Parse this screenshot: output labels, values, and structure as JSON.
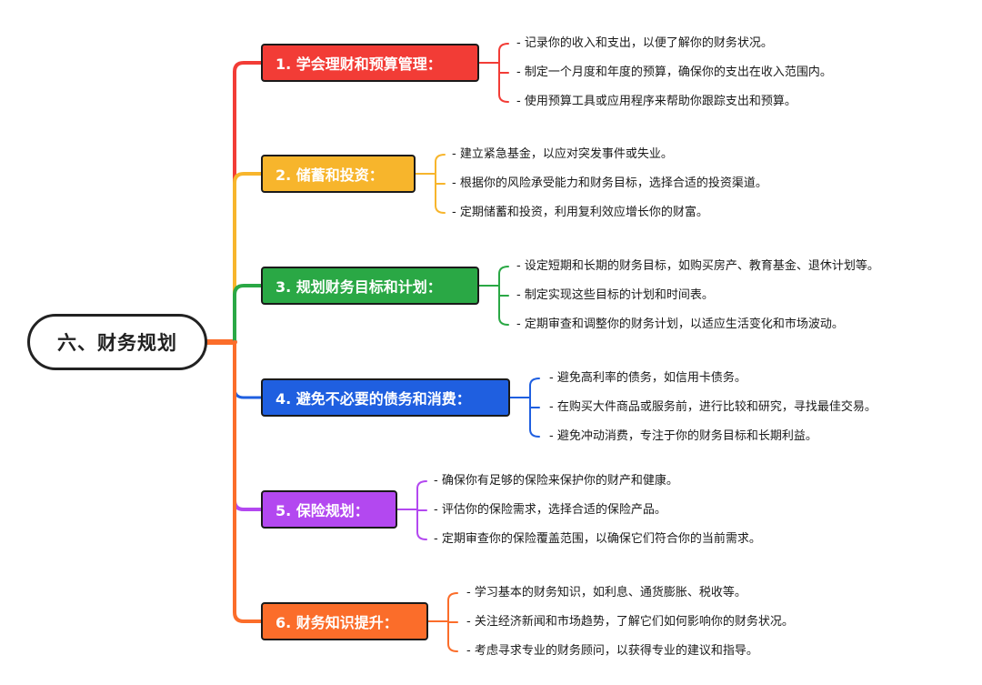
{
  "root": {
    "label": "六、财务规划"
  },
  "branches": [
    {
      "label": "1. 学会理财和预算管理：",
      "color": "#f23c36",
      "items": [
        "- 记录你的收入和支出，以便了解你的财务状况。",
        "- 制定一个月度和年度的预算，确保你的支出在收入范围内。",
        "- 使用预算工具或应用程序来帮助你跟踪支出和预算。"
      ]
    },
    {
      "label": "2. 储蓄和投资：",
      "color": "#f7b52c",
      "items": [
        "- 建立紧急基金，以应对突发事件或失业。",
        "- 根据你的风险承受能力和财务目标，选择合适的投资渠道。",
        "- 定期储蓄和投资，利用复利效应增长你的财富。"
      ]
    },
    {
      "label": "3. 规划财务目标和计划：",
      "color": "#2aa845",
      "items": [
        "- 设定短期和长期的财务目标，如购买房产、教育基金、退休计划等。",
        "- 制定实现这些目标的计划和时间表。",
        "- 定期审查和调整你的财务计划，以适应生活变化和市场波动。"
      ]
    },
    {
      "label": "4. 避免不必要的债务和消费：",
      "color": "#1f5fe0",
      "items": [
        "- 避免高利率的债务，如信用卡债务。",
        "- 在购买大件商品或服务前，进行比较和研究，寻找最佳交易。",
        "- 避免冲动消费，专注于你的财务目标和长期利益。"
      ]
    },
    {
      "label": "5. 保险规划：",
      "color": "#b348f0",
      "items": [
        "- 确保你有足够的保险来保护你的财产和健康。",
        "- 评估你的保险需求，选择合适的保险产品。",
        "- 定期审查你的保险覆盖范围，以确保它们符合你的当前需求。"
      ]
    },
    {
      "label": "6. 财务知识提升：",
      "color": "#fb6d2a",
      "items": [
        "- 学习基本的财务知识，如利息、通货膨胀、税收等。",
        "- 关注经济新闻和市场趋势，了解它们如何影响你的财务状况。",
        "- 考虑寻求专业的财务顾问，以获得专业的建议和指导。"
      ]
    }
  ]
}
